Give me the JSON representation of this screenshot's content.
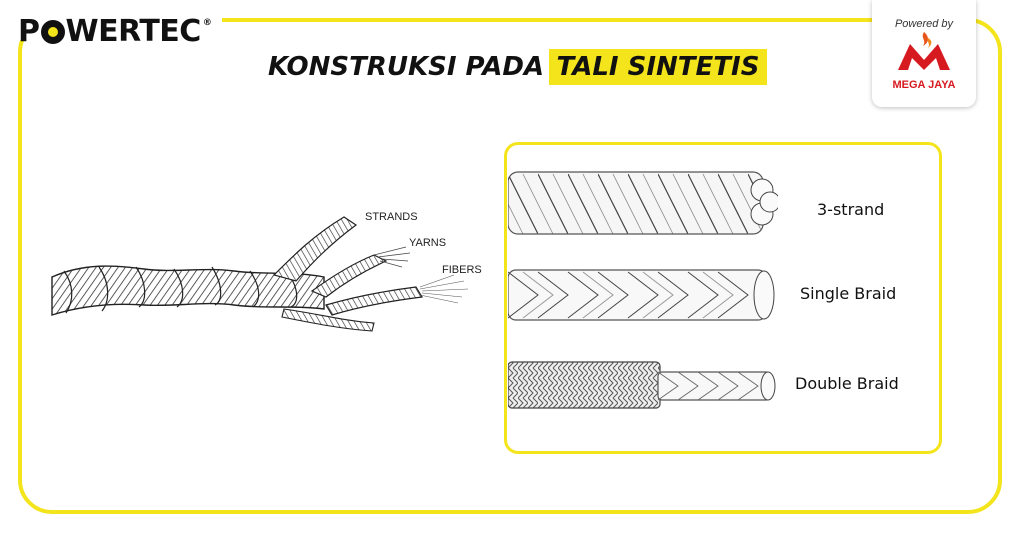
{
  "brand": {
    "name_left": "P",
    "name_right": "WERTEC",
    "registered": "®"
  },
  "title": {
    "part1": "KONSTRUKSI PADA",
    "part2": "TALI SINTETIS"
  },
  "badge": {
    "powered_by": "Powered by",
    "partner": "MEGA JAYA"
  },
  "diagram": {
    "labels": [
      "STRANDS",
      "YARNS",
      "FIBERS"
    ]
  },
  "rope_types": [
    "3-strand",
    "Single Braid",
    "Double Braid"
  ],
  "colors": {
    "accent": "#f4e41c",
    "partner_red": "#d71920",
    "text": "#111111"
  }
}
